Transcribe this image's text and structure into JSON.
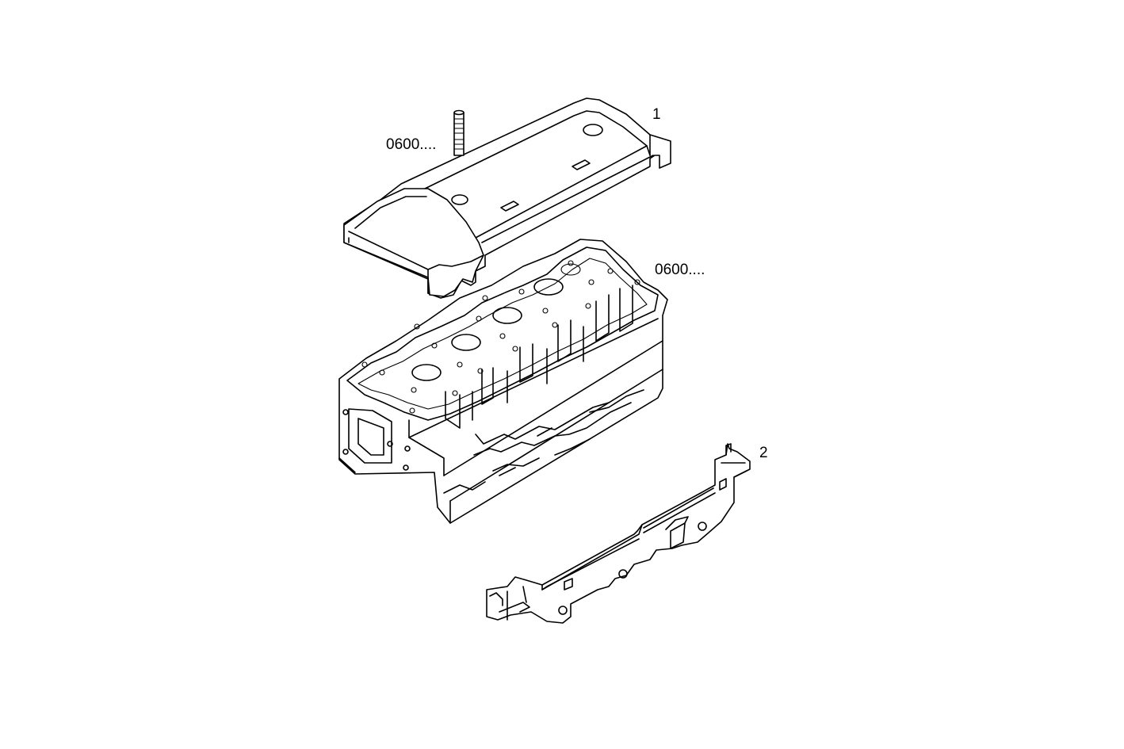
{
  "diagram": {
    "callouts": [
      {
        "id": "cover",
        "text": "1"
      },
      {
        "id": "bracket",
        "text": "2"
      },
      {
        "id": "stud",
        "text": "0600...."
      },
      {
        "id": "head",
        "text": "0600...."
      }
    ]
  }
}
